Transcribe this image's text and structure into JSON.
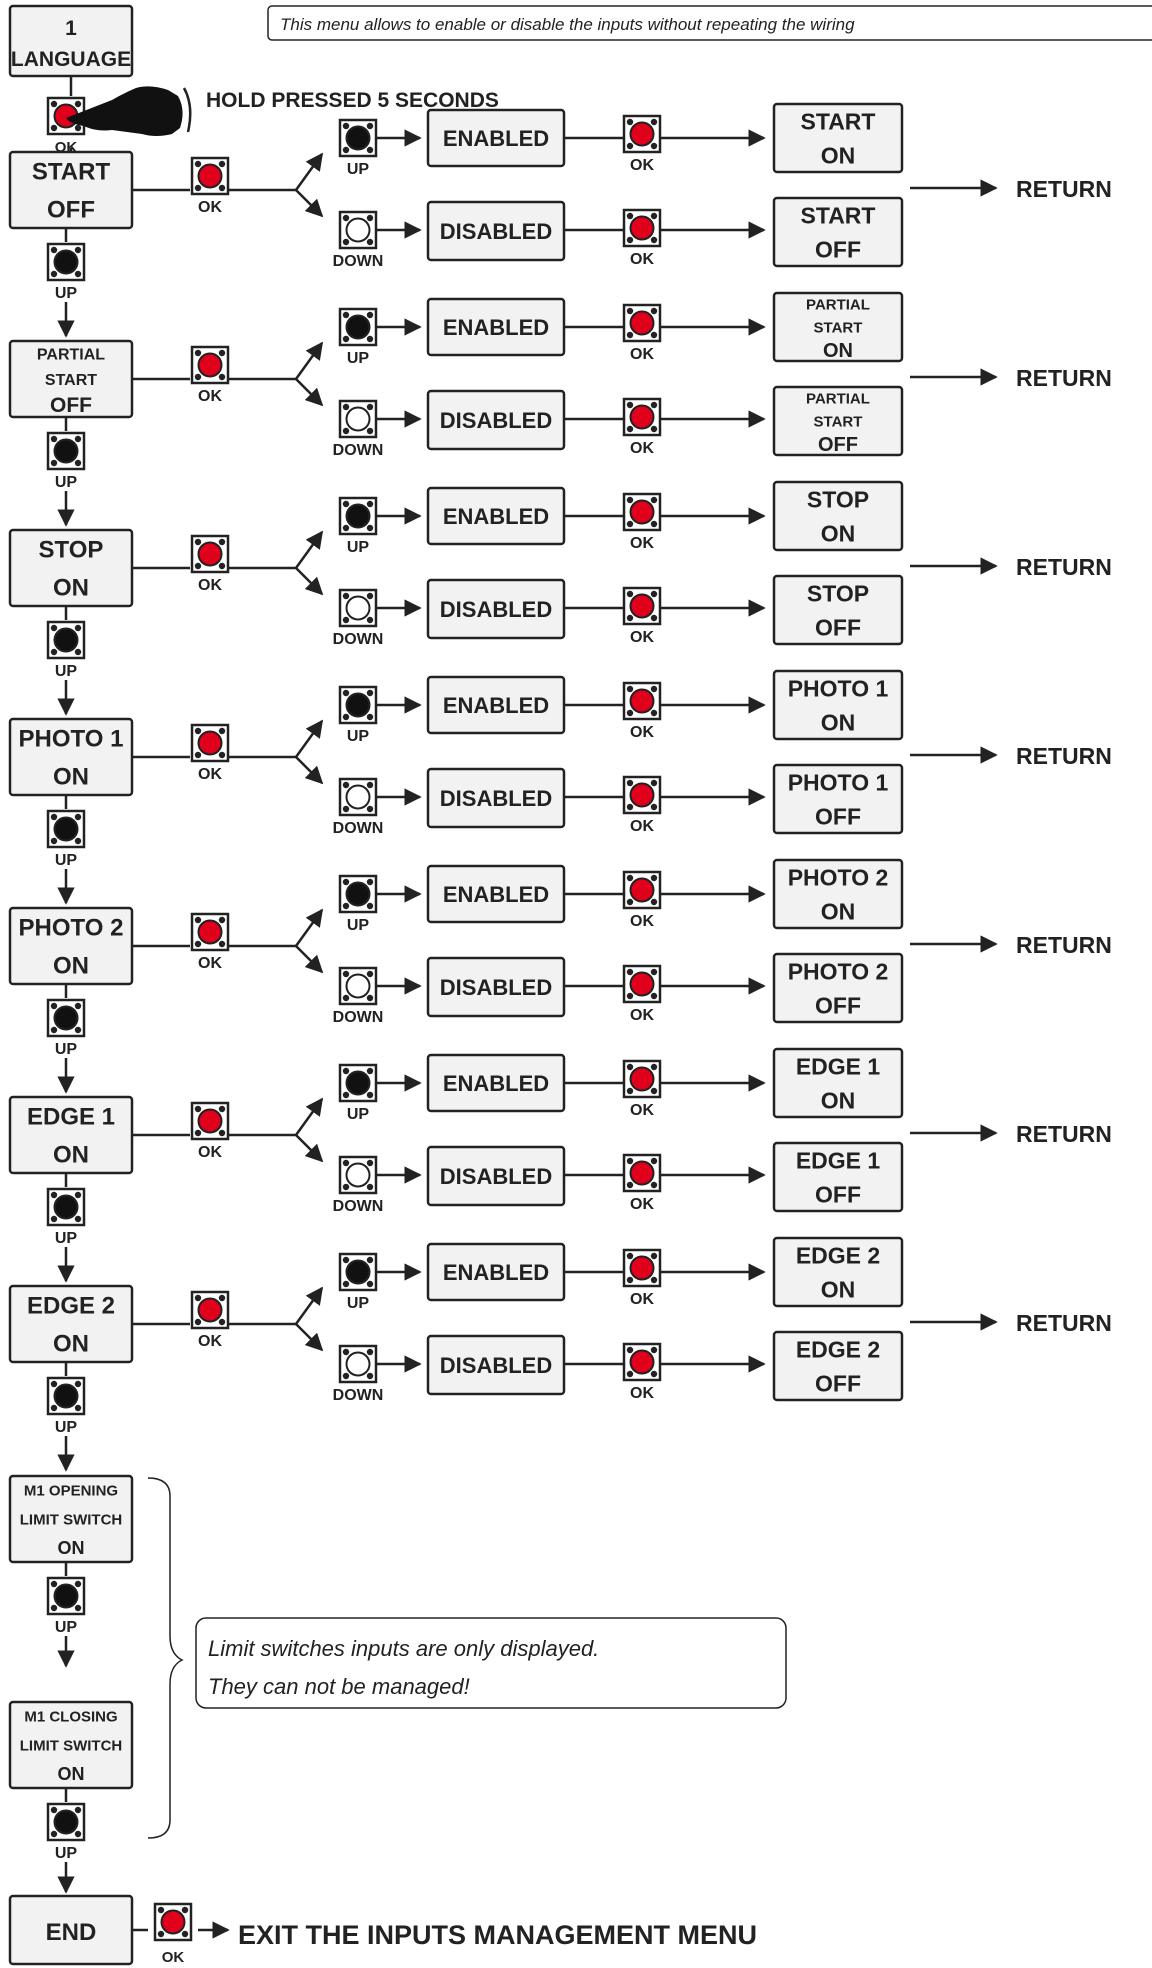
{
  "header_note": "This menu allows to enable or disable the inputs without repeating the wiring",
  "entry": {
    "line1": "1",
    "line2": "LANGUAGE",
    "button_label": "OK",
    "hold_text": "HOLD PRESSED 5 SECONDS"
  },
  "labels": {
    "ok": "OK",
    "up": "UP",
    "down": "DOWN",
    "enabled": "ENABLED",
    "disabled": "DISABLED",
    "return": "RETURN"
  },
  "rows": [
    {
      "id": "start",
      "menu": [
        "START",
        "OFF"
      ],
      "on": [
        "START",
        "ON"
      ],
      "off": [
        "START",
        "OFF"
      ]
    },
    {
      "id": "partial-start",
      "menu": [
        "PARTIAL",
        "START",
        "OFF"
      ],
      "on": [
        "PARTIAL",
        "START",
        "ON"
      ],
      "off": [
        "PARTIAL",
        "START",
        "OFF"
      ]
    },
    {
      "id": "stop",
      "menu": [
        "STOP",
        "ON"
      ],
      "on": [
        "STOP",
        "ON"
      ],
      "off": [
        "STOP",
        "OFF"
      ]
    },
    {
      "id": "photo-1",
      "menu": [
        "PHOTO 1",
        "ON"
      ],
      "on": [
        "PHOTO 1",
        "ON"
      ],
      "off": [
        "PHOTO 1",
        "OFF"
      ]
    },
    {
      "id": "photo-2",
      "menu": [
        "PHOTO 2",
        "ON"
      ],
      "on": [
        "PHOTO 2",
        "ON"
      ],
      "off": [
        "PHOTO 2",
        "OFF"
      ]
    },
    {
      "id": "edge-1",
      "menu": [
        "EDGE 1",
        "ON"
      ],
      "on": [
        "EDGE 1",
        "ON"
      ],
      "off": [
        "EDGE 1",
        "OFF"
      ]
    },
    {
      "id": "edge-2",
      "menu": [
        "EDGE 2",
        "ON"
      ],
      "on": [
        "EDGE 2",
        "ON"
      ],
      "off": [
        "EDGE 2",
        "OFF"
      ]
    }
  ],
  "limit_switches": [
    {
      "id": "m1-opening",
      "lines": [
        "M1 OPENING",
        "LIMIT SWITCH",
        "ON"
      ]
    },
    {
      "id": "m1-closing",
      "lines": [
        "M1 CLOSING",
        "LIMIT SWITCH",
        "ON"
      ]
    }
  ],
  "limit_note": [
    "Limit switches inputs are only displayed.",
    "They can not be managed!"
  ],
  "end": {
    "label": "END",
    "button_label": "OK",
    "exit_text": "EXIT THE INPUTS MANAGEMENT MENU"
  },
  "colors": {
    "button_red": "#e0001b",
    "button_black": "#111111",
    "box_fill": "#f2f2f2",
    "stroke": "#222222"
  },
  "icons": {
    "ok_button": "red-push-button-icon",
    "up_button": "black-push-button-icon",
    "down_button": "white-push-button-icon",
    "hand": "pointing-hand-icon"
  }
}
